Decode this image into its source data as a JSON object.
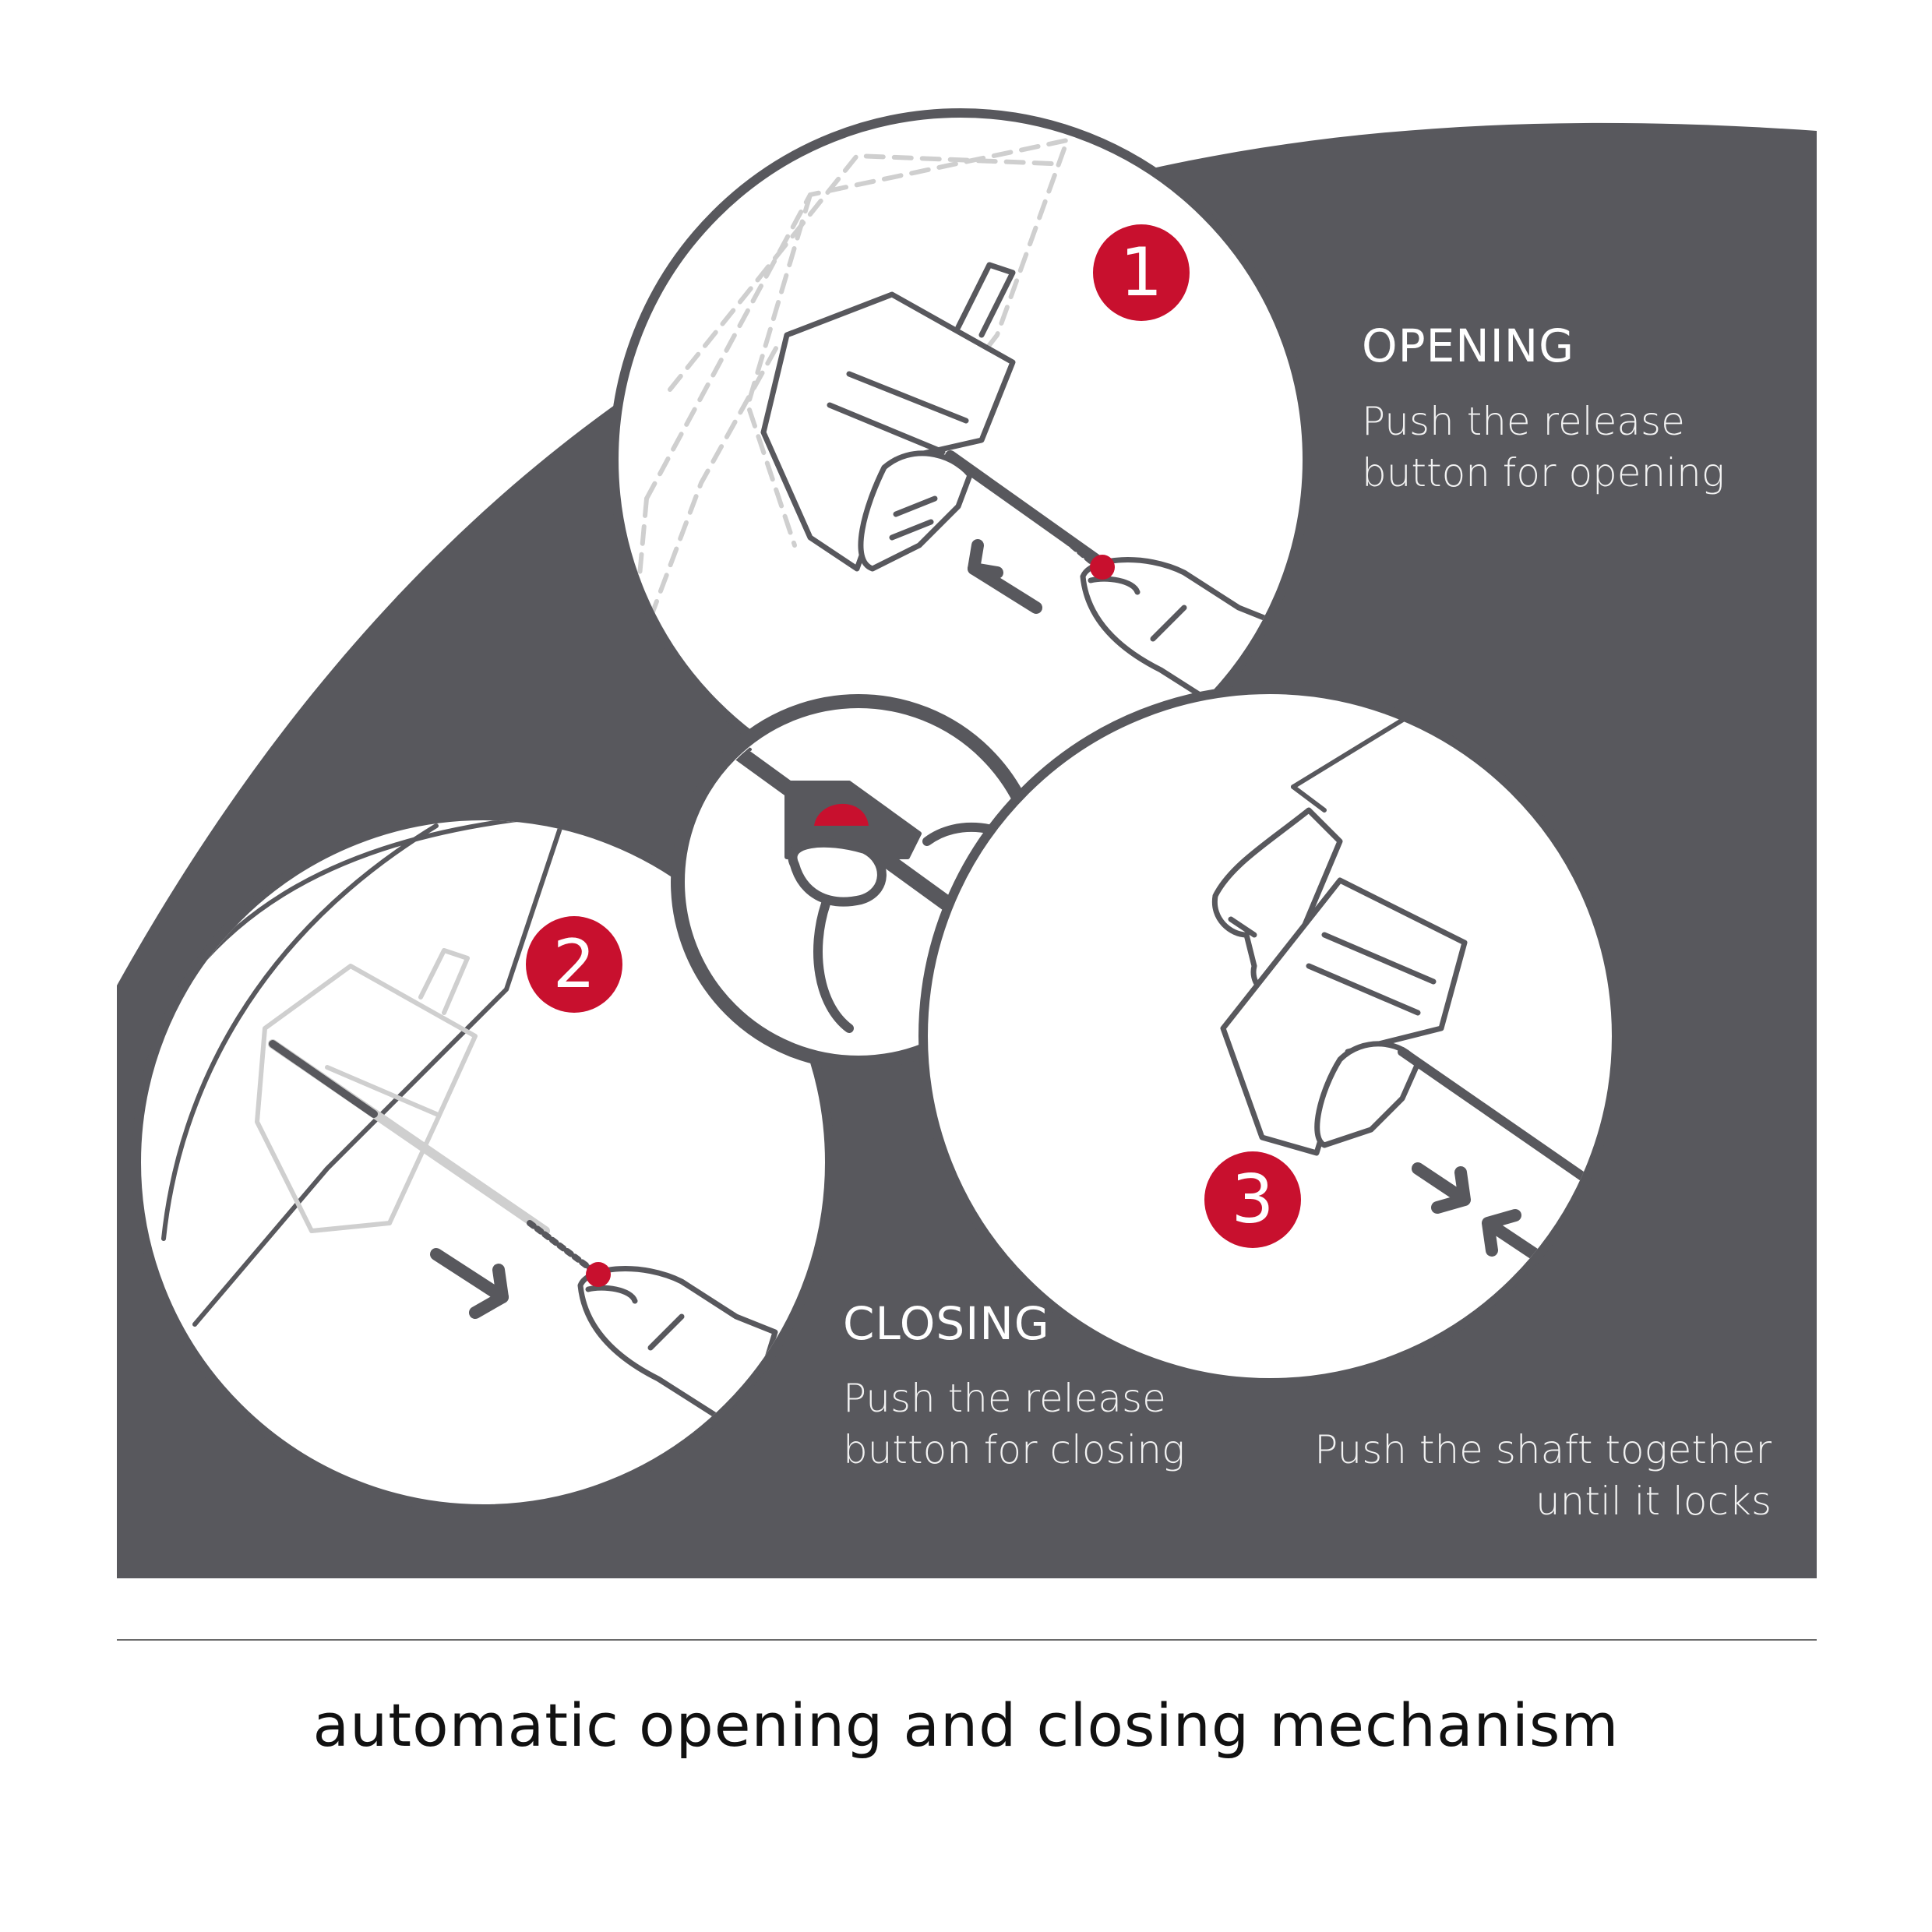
{
  "colors": {
    "panel": "#58585d",
    "accent": "#c8102e",
    "line": "#58585d",
    "ghost": "#cfcfcf",
    "circle": "#ffffff",
    "caption": "#111111"
  },
  "steps": [
    {
      "number": "1",
      "icon": "open-umbrella-release-icon"
    },
    {
      "number": "2",
      "icon": "close-umbrella-release-icon"
    },
    {
      "number": "3",
      "icon": "push-shaft-together-icon"
    }
  ],
  "detail_icon": "release-button-closeup-icon",
  "opening": {
    "heading": "OPENING",
    "line1": "Push the release",
    "line2": "button for opening"
  },
  "closing": {
    "heading": "CLOSING",
    "line1": "Push the release",
    "line2": "button for closing"
  },
  "locking": {
    "line1": "Push the shaft together",
    "line2": "until it locks"
  },
  "caption": "automatic opening and closing mechanism"
}
